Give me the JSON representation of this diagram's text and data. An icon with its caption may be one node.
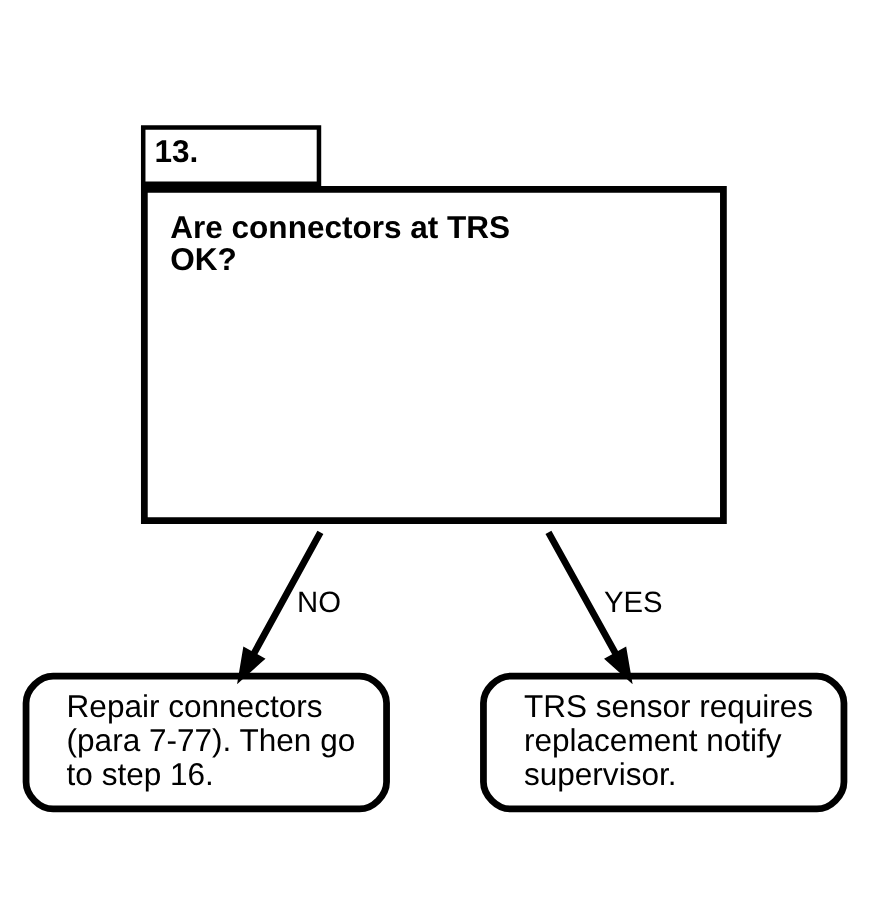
{
  "diagram": {
    "nodes": [
      {
        "text": [
          "13.",
          "Are connectors at TRS OK?"
        ]
      },
      {
        "text": [
          "Repair connectors (para 7-77). Then go to step 16."
        ]
      },
      {
        "text": [
          "TRS sensor requires replacement notify supervisor."
        ]
      }
    ],
    "edges": [
      {
        "from": 0,
        "to": 1,
        "arrow": "to",
        "label": "NO"
      },
      {
        "from": 0,
        "to": 2,
        "arrow": "to",
        "label": "YES"
      }
    ]
  }
}
